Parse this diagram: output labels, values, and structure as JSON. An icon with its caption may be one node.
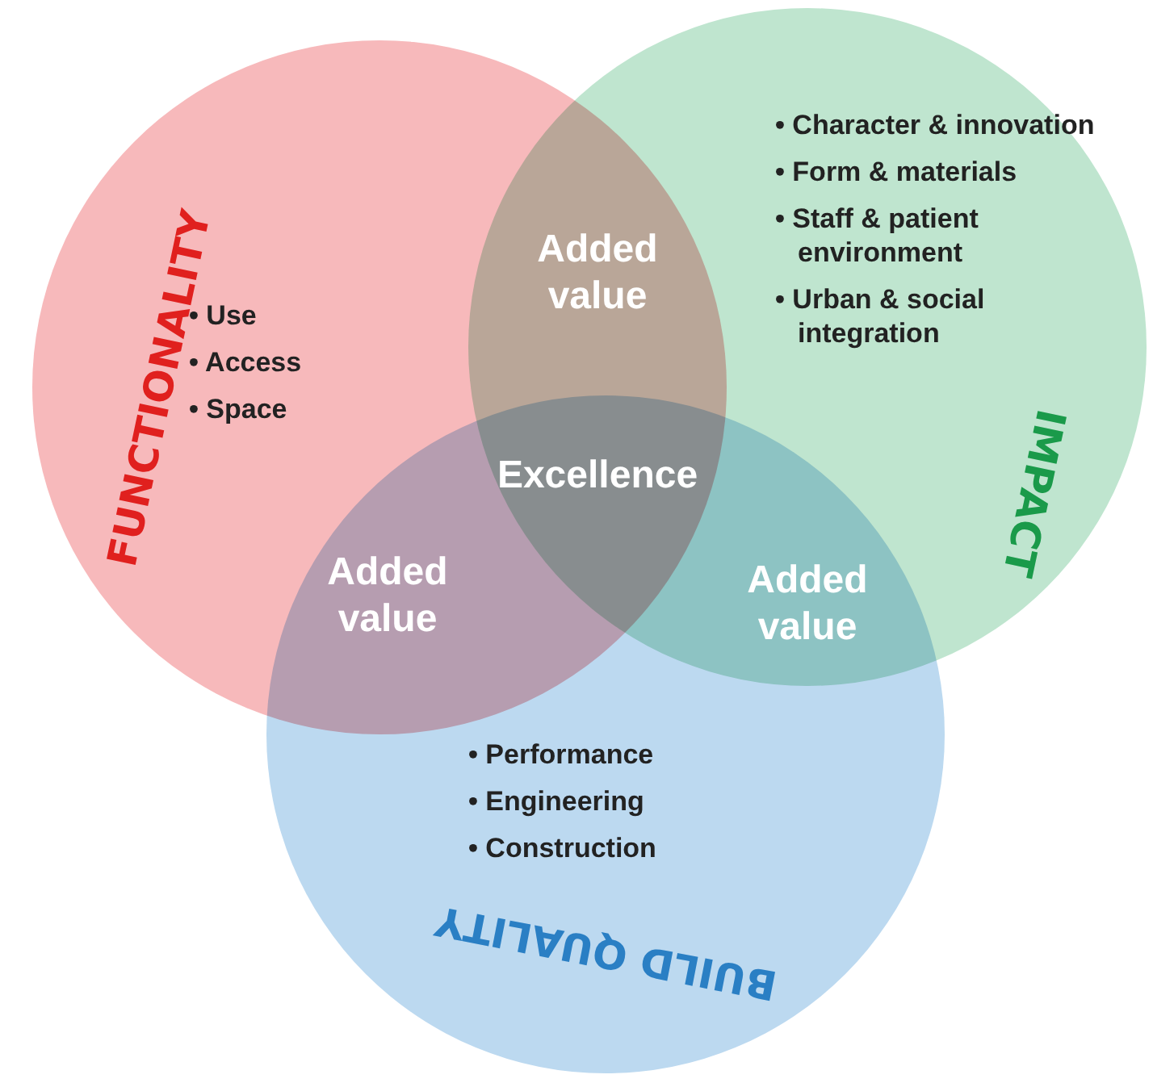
{
  "diagram": {
    "nodes": [
      {
        "text": [
          "FUNCTIONALITY",
          "• Use",
          "• Access",
          "• Space"
        ]
      },
      {
        "text": [
          "IMPACT",
          "• Character & innovation",
          "• Form & materials",
          "• Staff & patient environment",
          "• Urban & social integration"
        ]
      },
      {
        "text": [
          "BUILD QUALITY",
          "• Performance",
          "• Engineering",
          "• Construction"
        ]
      }
    ],
    "labels": [
      "Added value",
      "Excellence",
      "Added value",
      "Added value"
    ]
  }
}
